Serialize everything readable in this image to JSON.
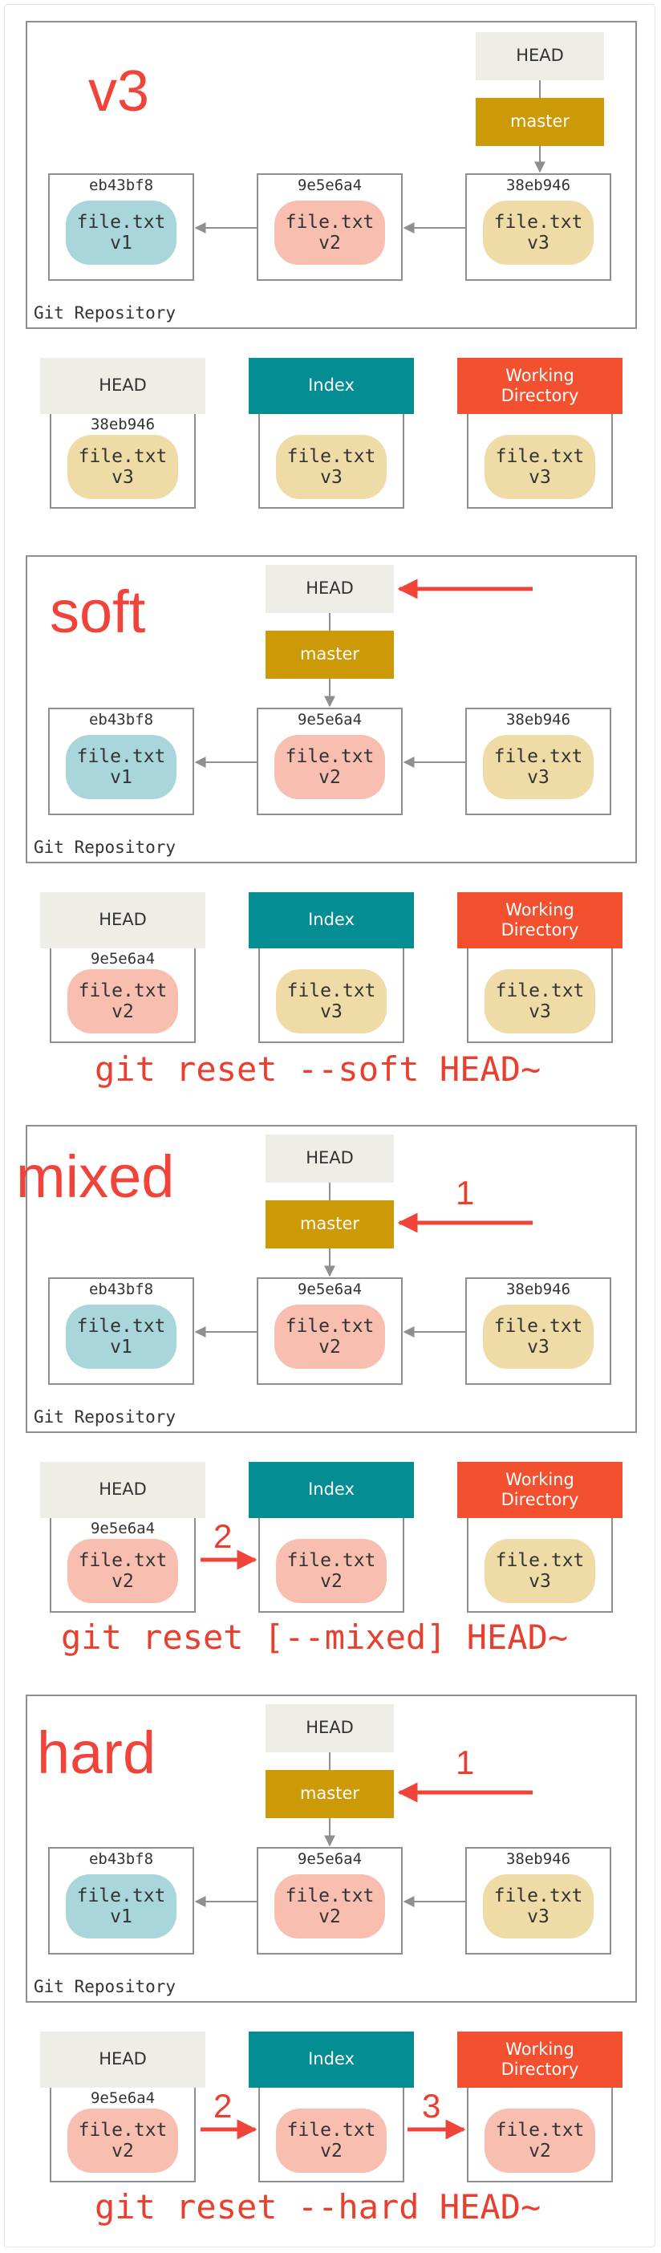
{
  "colors": {
    "head_bg": "#eeede6",
    "master_bg": "#cc9a06",
    "index_bg": "#048e93",
    "workdir_bg": "#f2502f",
    "v1_fill": "#a8d6da",
    "v2_fill": "#f8bfb0",
    "v3_fill": "#efdba5",
    "accent_red": "#f0443a",
    "border_gray": "#8f8f8f"
  },
  "labels": {
    "head": "HEAD",
    "master": "master",
    "index": "Index",
    "workdir": "Working Directory",
    "repo": "Git Repository",
    "file": "file.txt"
  },
  "commits": {
    "c1": {
      "hash": "eb43bf8",
      "version": "v1"
    },
    "c2": {
      "hash": "9e5e6a4",
      "version": "v2"
    },
    "c3": {
      "hash": "38eb946",
      "version": "v3"
    }
  },
  "panels": [
    {
      "title": "v3",
      "trees": {
        "head_hash": "38eb946",
        "head": "v3",
        "index": "v3",
        "workdir": "v3"
      },
      "command": "",
      "step_numbers": []
    },
    {
      "title": "soft",
      "trees": {
        "head_hash": "9e5e6a4",
        "head": "v2",
        "index": "v3",
        "workdir": "v3"
      },
      "command": "git reset --soft HEAD~",
      "step_numbers": []
    },
    {
      "title": "mixed",
      "trees": {
        "head_hash": "9e5e6a4",
        "head": "v2",
        "index": "v2",
        "workdir": "v3"
      },
      "command": "git reset [--mixed] HEAD~",
      "step_numbers": [
        "1",
        "2"
      ]
    },
    {
      "title": "hard",
      "trees": {
        "head_hash": "9e5e6a4",
        "head": "v2",
        "index": "v2",
        "workdir": "v2"
      },
      "command": "git reset --hard HEAD~",
      "step_numbers": [
        "1",
        "2",
        "3"
      ]
    }
  ]
}
